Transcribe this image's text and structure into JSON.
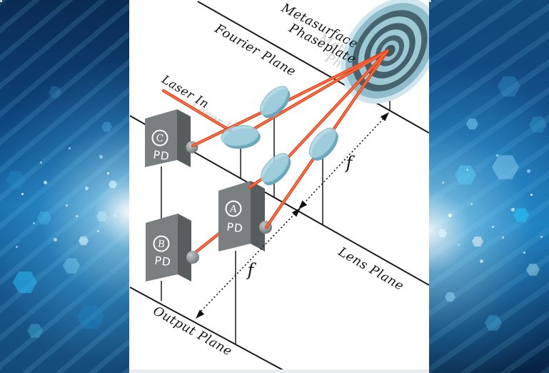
{
  "diagram": {
    "title_context": "Optical 4f metasurface phaseplate setup",
    "labels": {
      "metasurface_line1": "Metasurface",
      "metasurface_line2": "Phaseplate",
      "fourier_plane": "Fourier Plane",
      "laser_in": "Laser In",
      "lens_plane": "Lens Plane",
      "output_plane": "Output Plane",
      "focal_upper": "f",
      "focal_lower": "f"
    },
    "detectors": [
      {
        "letter": "C",
        "label": "PD"
      },
      {
        "letter": "B",
        "label": "PD"
      },
      {
        "letter": "A",
        "label": "PD"
      }
    ],
    "colors": {
      "beam": "#e84218",
      "beam_core": "#ff8055",
      "lens_fill": "#a9d4e2",
      "lens_rim": "#69a7bc",
      "detector_front": "#7a7f82",
      "detector_top": "#a7acae",
      "detector_side": "#575c5f",
      "metasurface_light": "#9dc9d5",
      "metasurface_dark": "#47636e",
      "panel": "#ffffff",
      "background_blue": "#0d4076",
      "accent_cyan": "#35c2f0"
    }
  }
}
